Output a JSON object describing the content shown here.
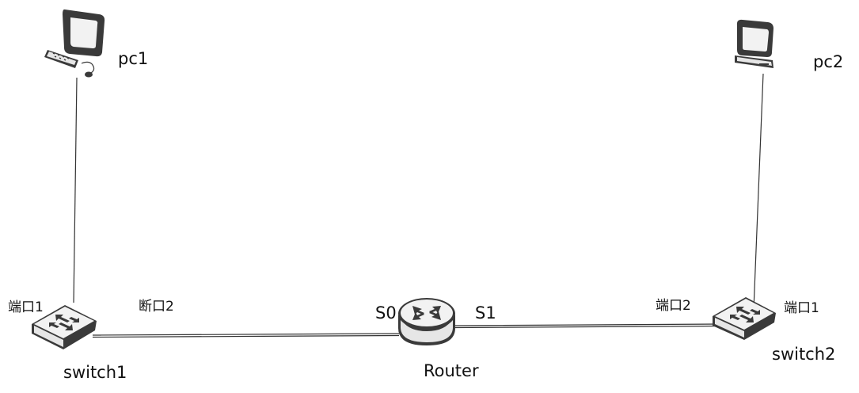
{
  "colors": {
    "line": "#333333",
    "device_dark": "#3a3a3a",
    "device_body": "#e6e6e6",
    "device_top": "#f2f2f2",
    "text": "#111111"
  },
  "nodes": {
    "pc1": {
      "label": "pc1",
      "icon": "desktop-computer-icon"
    },
    "pc2": {
      "label": "pc2",
      "icon": "desktop-computer-icon"
    },
    "switch1": {
      "label": "switch1",
      "icon": "switch-icon"
    },
    "switch2": {
      "label": "switch2",
      "icon": "switch-icon"
    },
    "router": {
      "label": "Router",
      "icon": "router-icon"
    }
  },
  "ports": {
    "switch1_port1": "端口1",
    "switch1_port2": "断口2",
    "router_s0": "S0",
    "router_s1": "S1",
    "switch2_port2": "端口2",
    "switch2_port1": "端口1"
  },
  "links": [
    {
      "from": "pc1",
      "to": "switch1"
    },
    {
      "from": "switch1",
      "to": "router"
    },
    {
      "from": "router",
      "to": "switch2"
    },
    {
      "from": "pc2",
      "to": "switch2"
    }
  ]
}
